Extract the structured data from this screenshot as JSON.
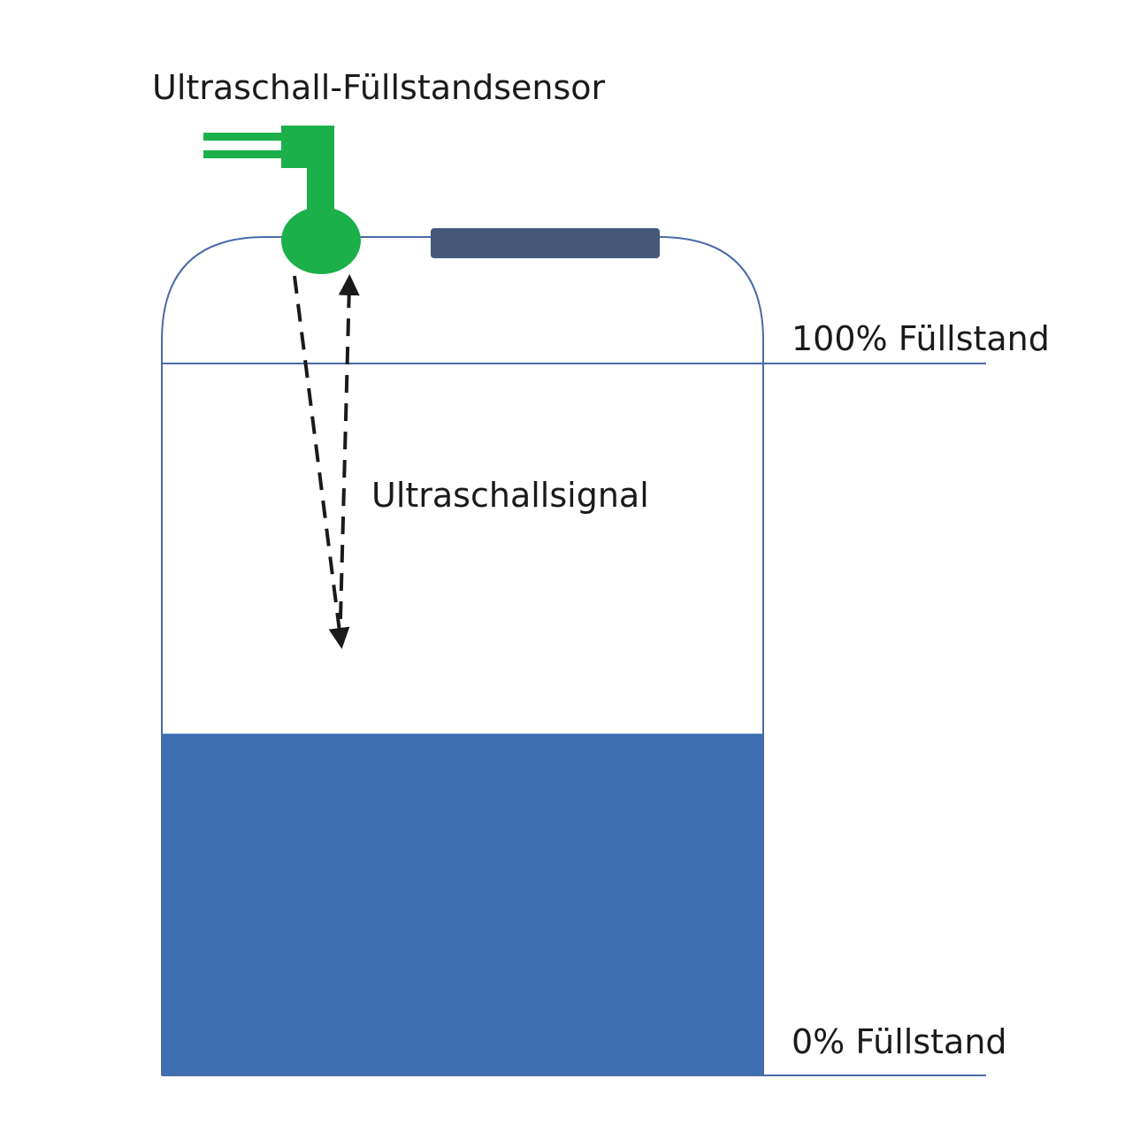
{
  "labels": {
    "sensor": "Ultraschall-Füllstandsensor",
    "level_100": "100% Füllstand",
    "signal": "Ultraschallsignal",
    "level_0": "0% Füllstand"
  },
  "fill_level": {
    "percent": 48
  },
  "colors": {
    "tank_outline": "#4a6aa8",
    "liquid": "#3e6fb3",
    "sensor": "#1bb04a",
    "hatch": "#44587a",
    "signal_arrow": "#1a1a1a",
    "text": "#1a1a1a"
  }
}
